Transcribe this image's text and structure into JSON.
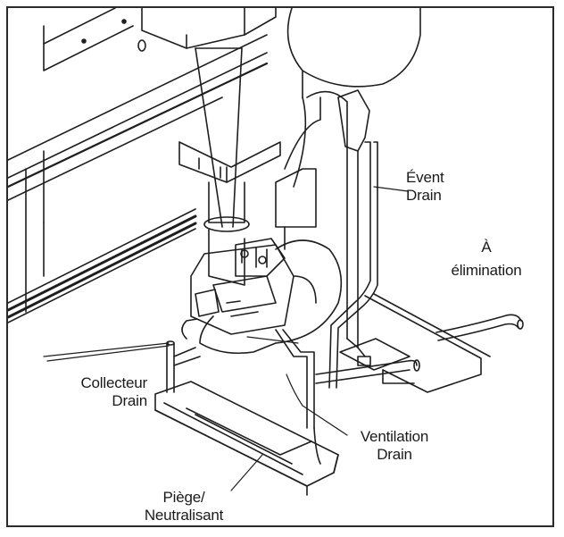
{
  "labels": {
    "event_drain": {
      "line1": "Évent",
      "line2": "Drain"
    },
    "disposal": {
      "line1": "À",
      "line2": "élimination"
    },
    "collector_drain": {
      "line1": "Collecteur",
      "line2": "Drain"
    },
    "ventilation_drain": {
      "line1": "Ventilation",
      "line2": "Drain"
    },
    "trap_neutralizer": {
      "line1": "Piège/",
      "line2": "Neutralisant"
    }
  }
}
